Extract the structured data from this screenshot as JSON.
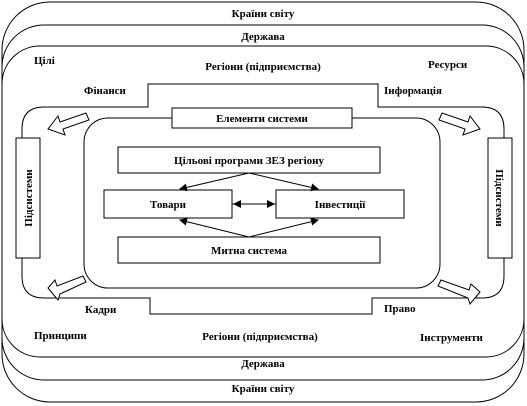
{
  "outer_frame": {
    "top_label": "Країни світу",
    "bottom_label": "Країни світу"
  },
  "state_frame": {
    "top_label": "Держава",
    "bottom_label": "Держава"
  },
  "region_frame": {
    "top_label": "Регіони (підприємства)",
    "bottom_label": "Регіони (підприємства)",
    "corner_top_left": "Цілі",
    "corner_top_right": "Ресурси",
    "corner_bottom_left": "Принципи",
    "corner_bottom_right": "Інструменти"
  },
  "inner_labels": {
    "finance": "Фінанси",
    "information": "Інформація",
    "personnel": "Кадри",
    "law": "Право"
  },
  "side_boxes": {
    "left": "Підсистеми",
    "right": "Підсистеми"
  },
  "core": {
    "elements_label": "Елементи системи",
    "programs": "Цільові програми ЗЕЗ регіону",
    "goods": "Товари",
    "investments": "Інвестиції",
    "customs": "Митна система"
  }
}
